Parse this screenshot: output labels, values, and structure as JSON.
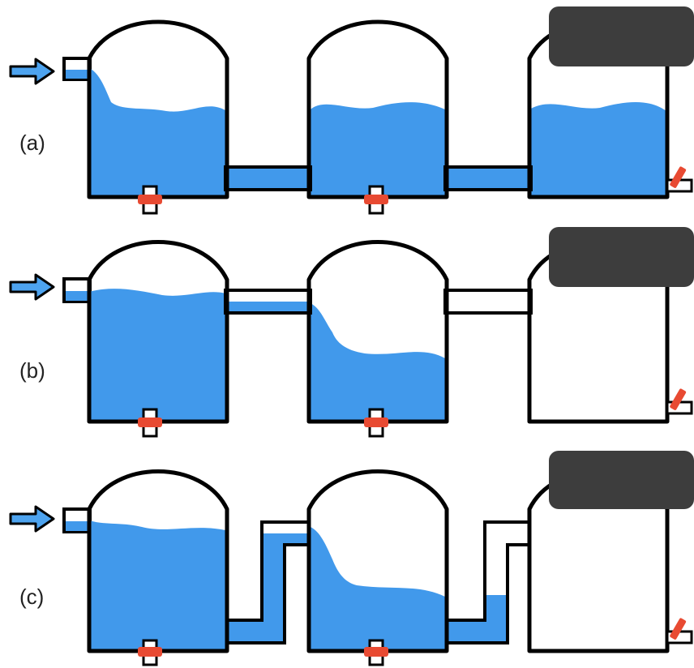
{
  "colors": {
    "water": "#4199eb",
    "valve": "#e84a32",
    "overlay": "#3d3d3d",
    "arrow_fill": "#4da3ef"
  },
  "panels": [
    {
      "label": "(a)"
    },
    {
      "label": "(b)"
    },
    {
      "label": "(c)"
    }
  ]
}
